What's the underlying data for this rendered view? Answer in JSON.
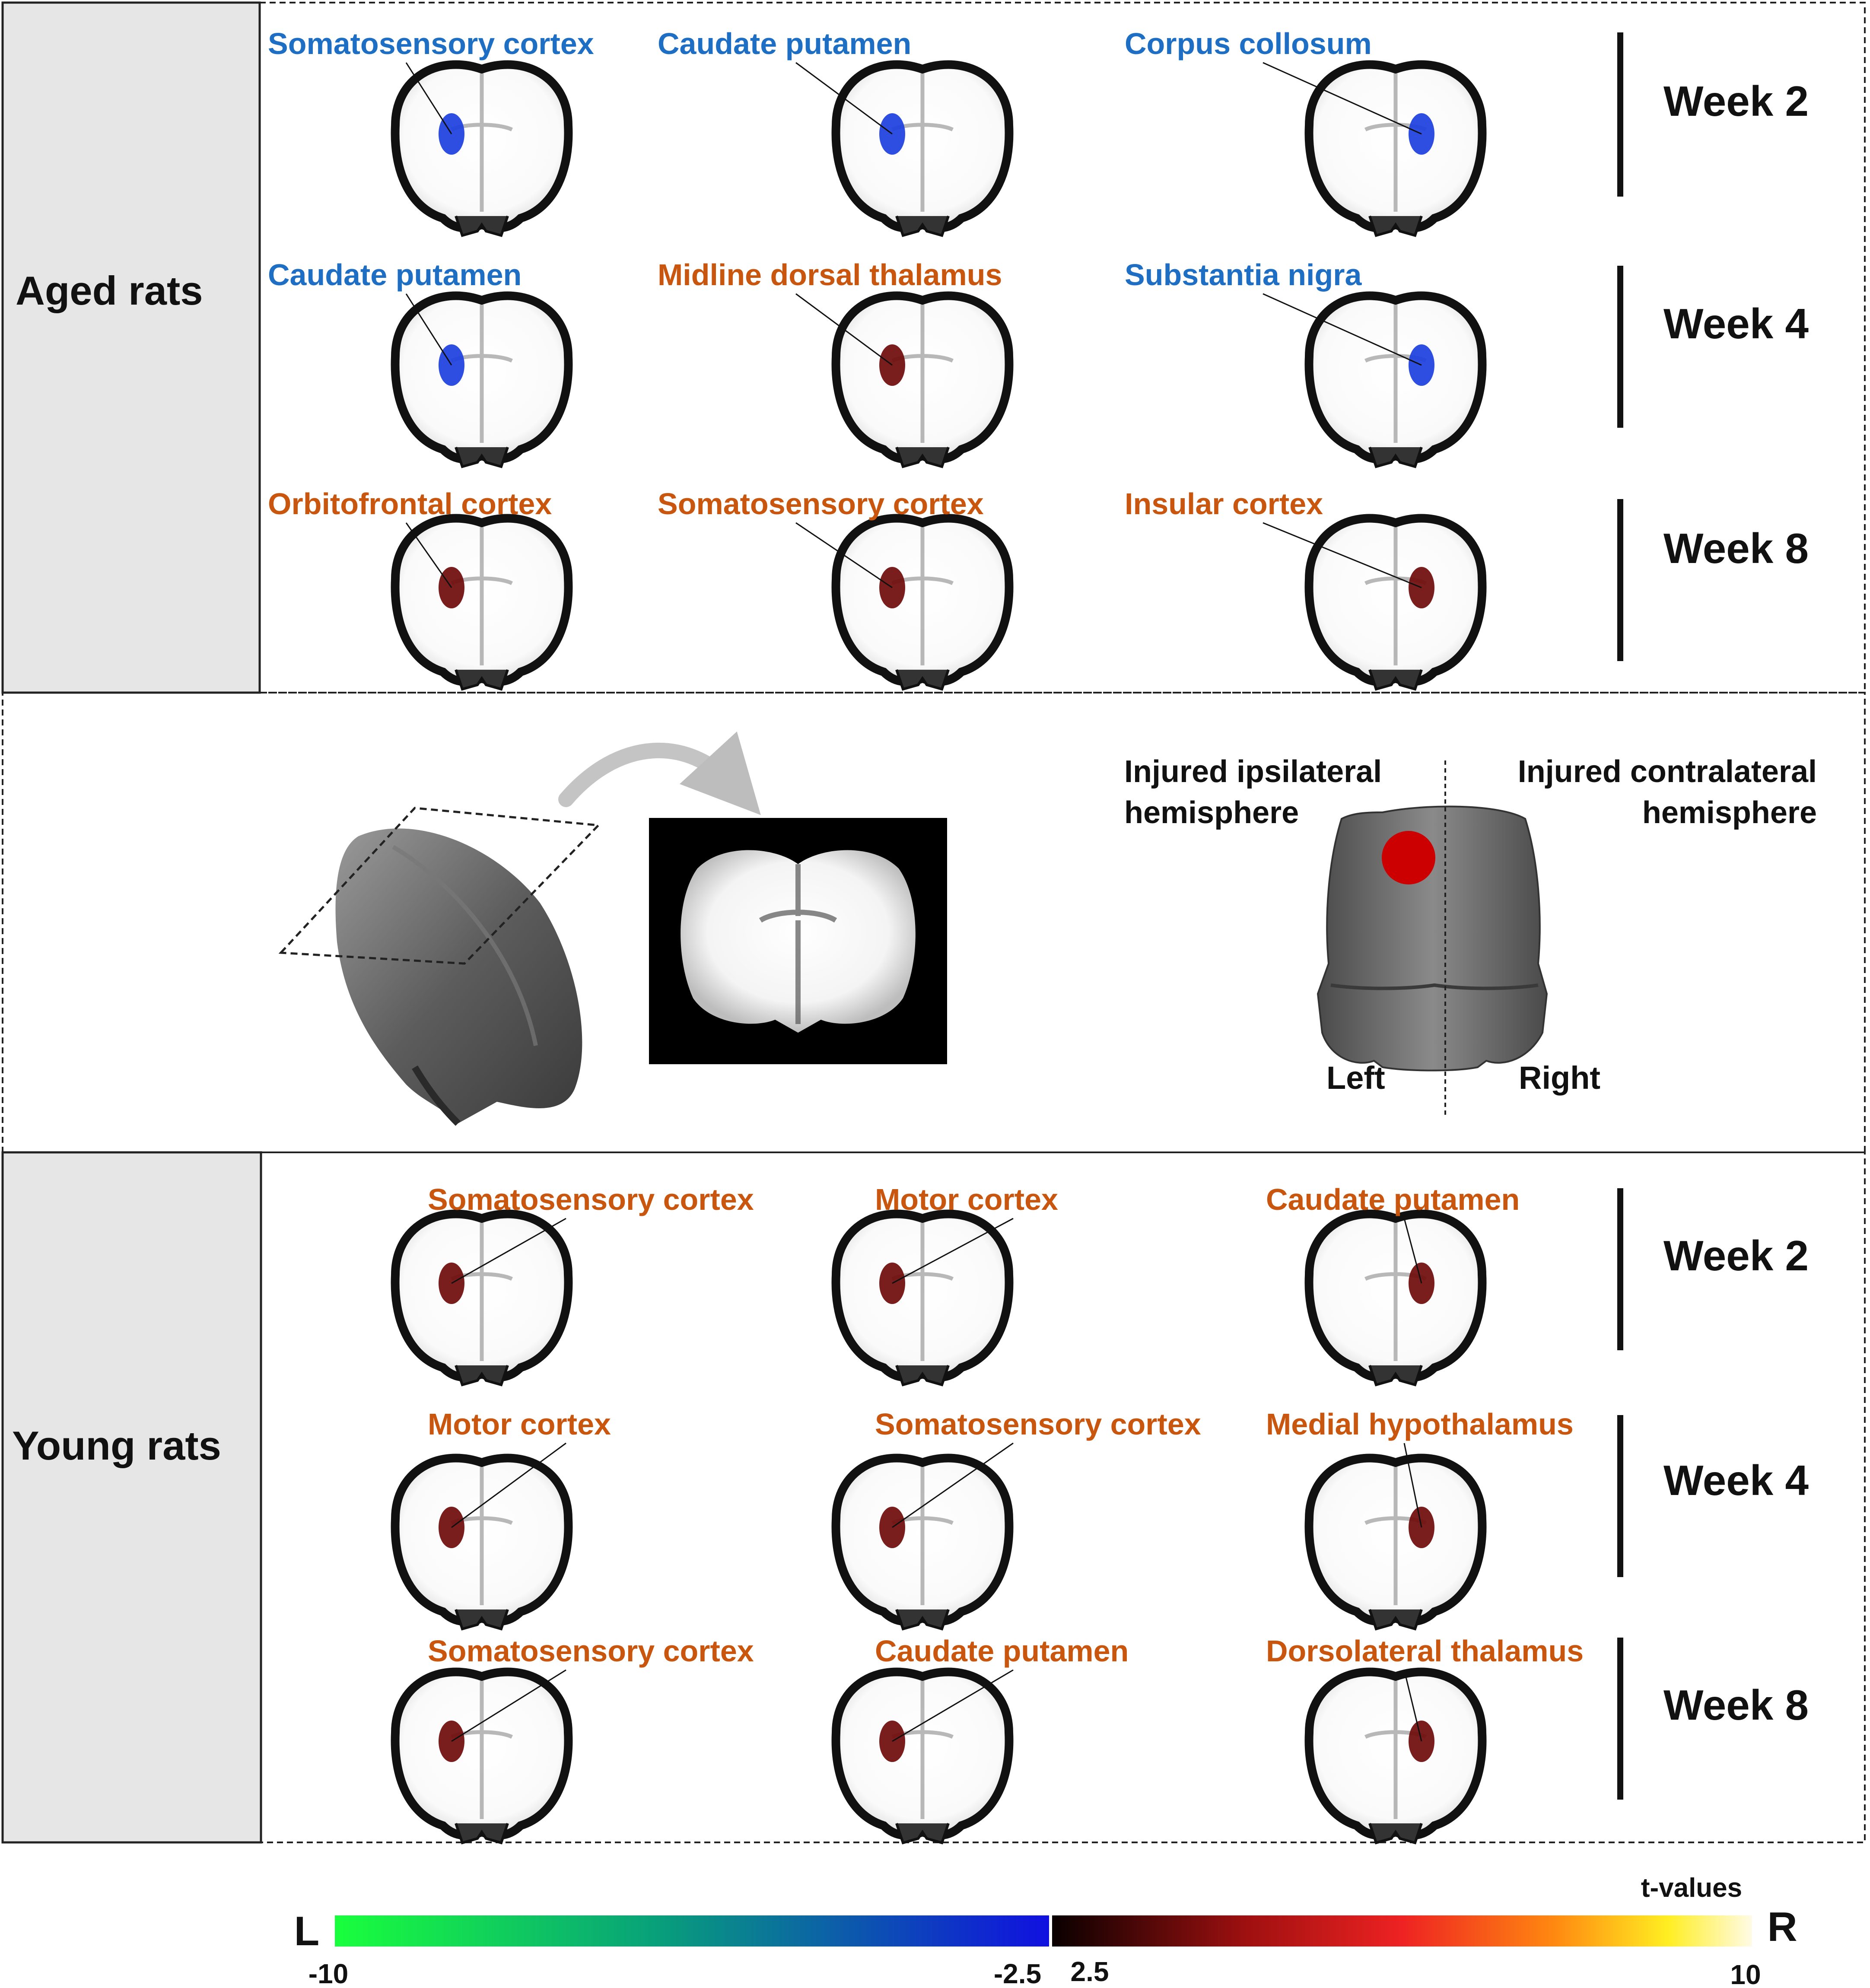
{
  "colors": {
    "blue_label": "#1e6fc4",
    "orange_label": "#c9560e",
    "panel_gray": "#e6e6e6",
    "activation_blue": "#1c3fe0",
    "activation_dark_red": "#6e0a0a",
    "injury_red": "#cc0000"
  },
  "aged": {
    "title": "Aged rats",
    "rows": [
      {
        "week": "Week 2",
        "regions": [
          {
            "label": "Somatosensory cortex",
            "sign": "negative"
          },
          {
            "label": "Caudate putamen",
            "sign": "negative"
          },
          {
            "label": "Corpus collosum",
            "sign": "negative"
          }
        ]
      },
      {
        "week": "Week 4",
        "regions": [
          {
            "label": "Caudate putamen",
            "sign": "negative"
          },
          {
            "label": "Midline dorsal thalamus",
            "sign": "positive"
          },
          {
            "label": "Substantia nigra",
            "sign": "negative"
          }
        ]
      },
      {
        "week": "Week 8",
        "regions": [
          {
            "label": "Orbitofrontal cortex",
            "sign": "positive"
          },
          {
            "label": "Somatosensory cortex",
            "sign": "positive"
          },
          {
            "label": "Insular cortex",
            "sign": "positive"
          }
        ]
      }
    ]
  },
  "young": {
    "title": "Young rats",
    "rows": [
      {
        "week": "Week 2",
        "regions": [
          {
            "label": "Somatosensory cortex",
            "sign": "positive"
          },
          {
            "label": "Motor cortex",
            "sign": "positive"
          },
          {
            "label": "Caudate putamen",
            "sign": "positive"
          }
        ]
      },
      {
        "week": "Week 4",
        "regions": [
          {
            "label": "Motor cortex",
            "sign": "positive"
          },
          {
            "label": "Somatosensory cortex",
            "sign": "positive"
          },
          {
            "label": "Medial hypothalamus",
            "sign": "positive"
          }
        ]
      },
      {
        "week": "Week 8",
        "regions": [
          {
            "label": "Somatosensory cortex",
            "sign": "positive"
          },
          {
            "label": "Caudate putamen",
            "sign": "positive"
          },
          {
            "label": "Dorsolateral thalamus",
            "sign": "positive"
          }
        ]
      }
    ]
  },
  "middle": {
    "ipsi_line1": "Injured ipsilateral",
    "ipsi_line2": "hemisphere",
    "contra_line1": "Injured contralateral",
    "contra_line2": "hemisphere",
    "left": "Left",
    "right": "Right"
  },
  "colorbar": {
    "title": "t-values",
    "side_left": "L",
    "side_right": "R",
    "ticks": [
      "-10",
      "-2.5",
      "2.5",
      "10"
    ]
  }
}
